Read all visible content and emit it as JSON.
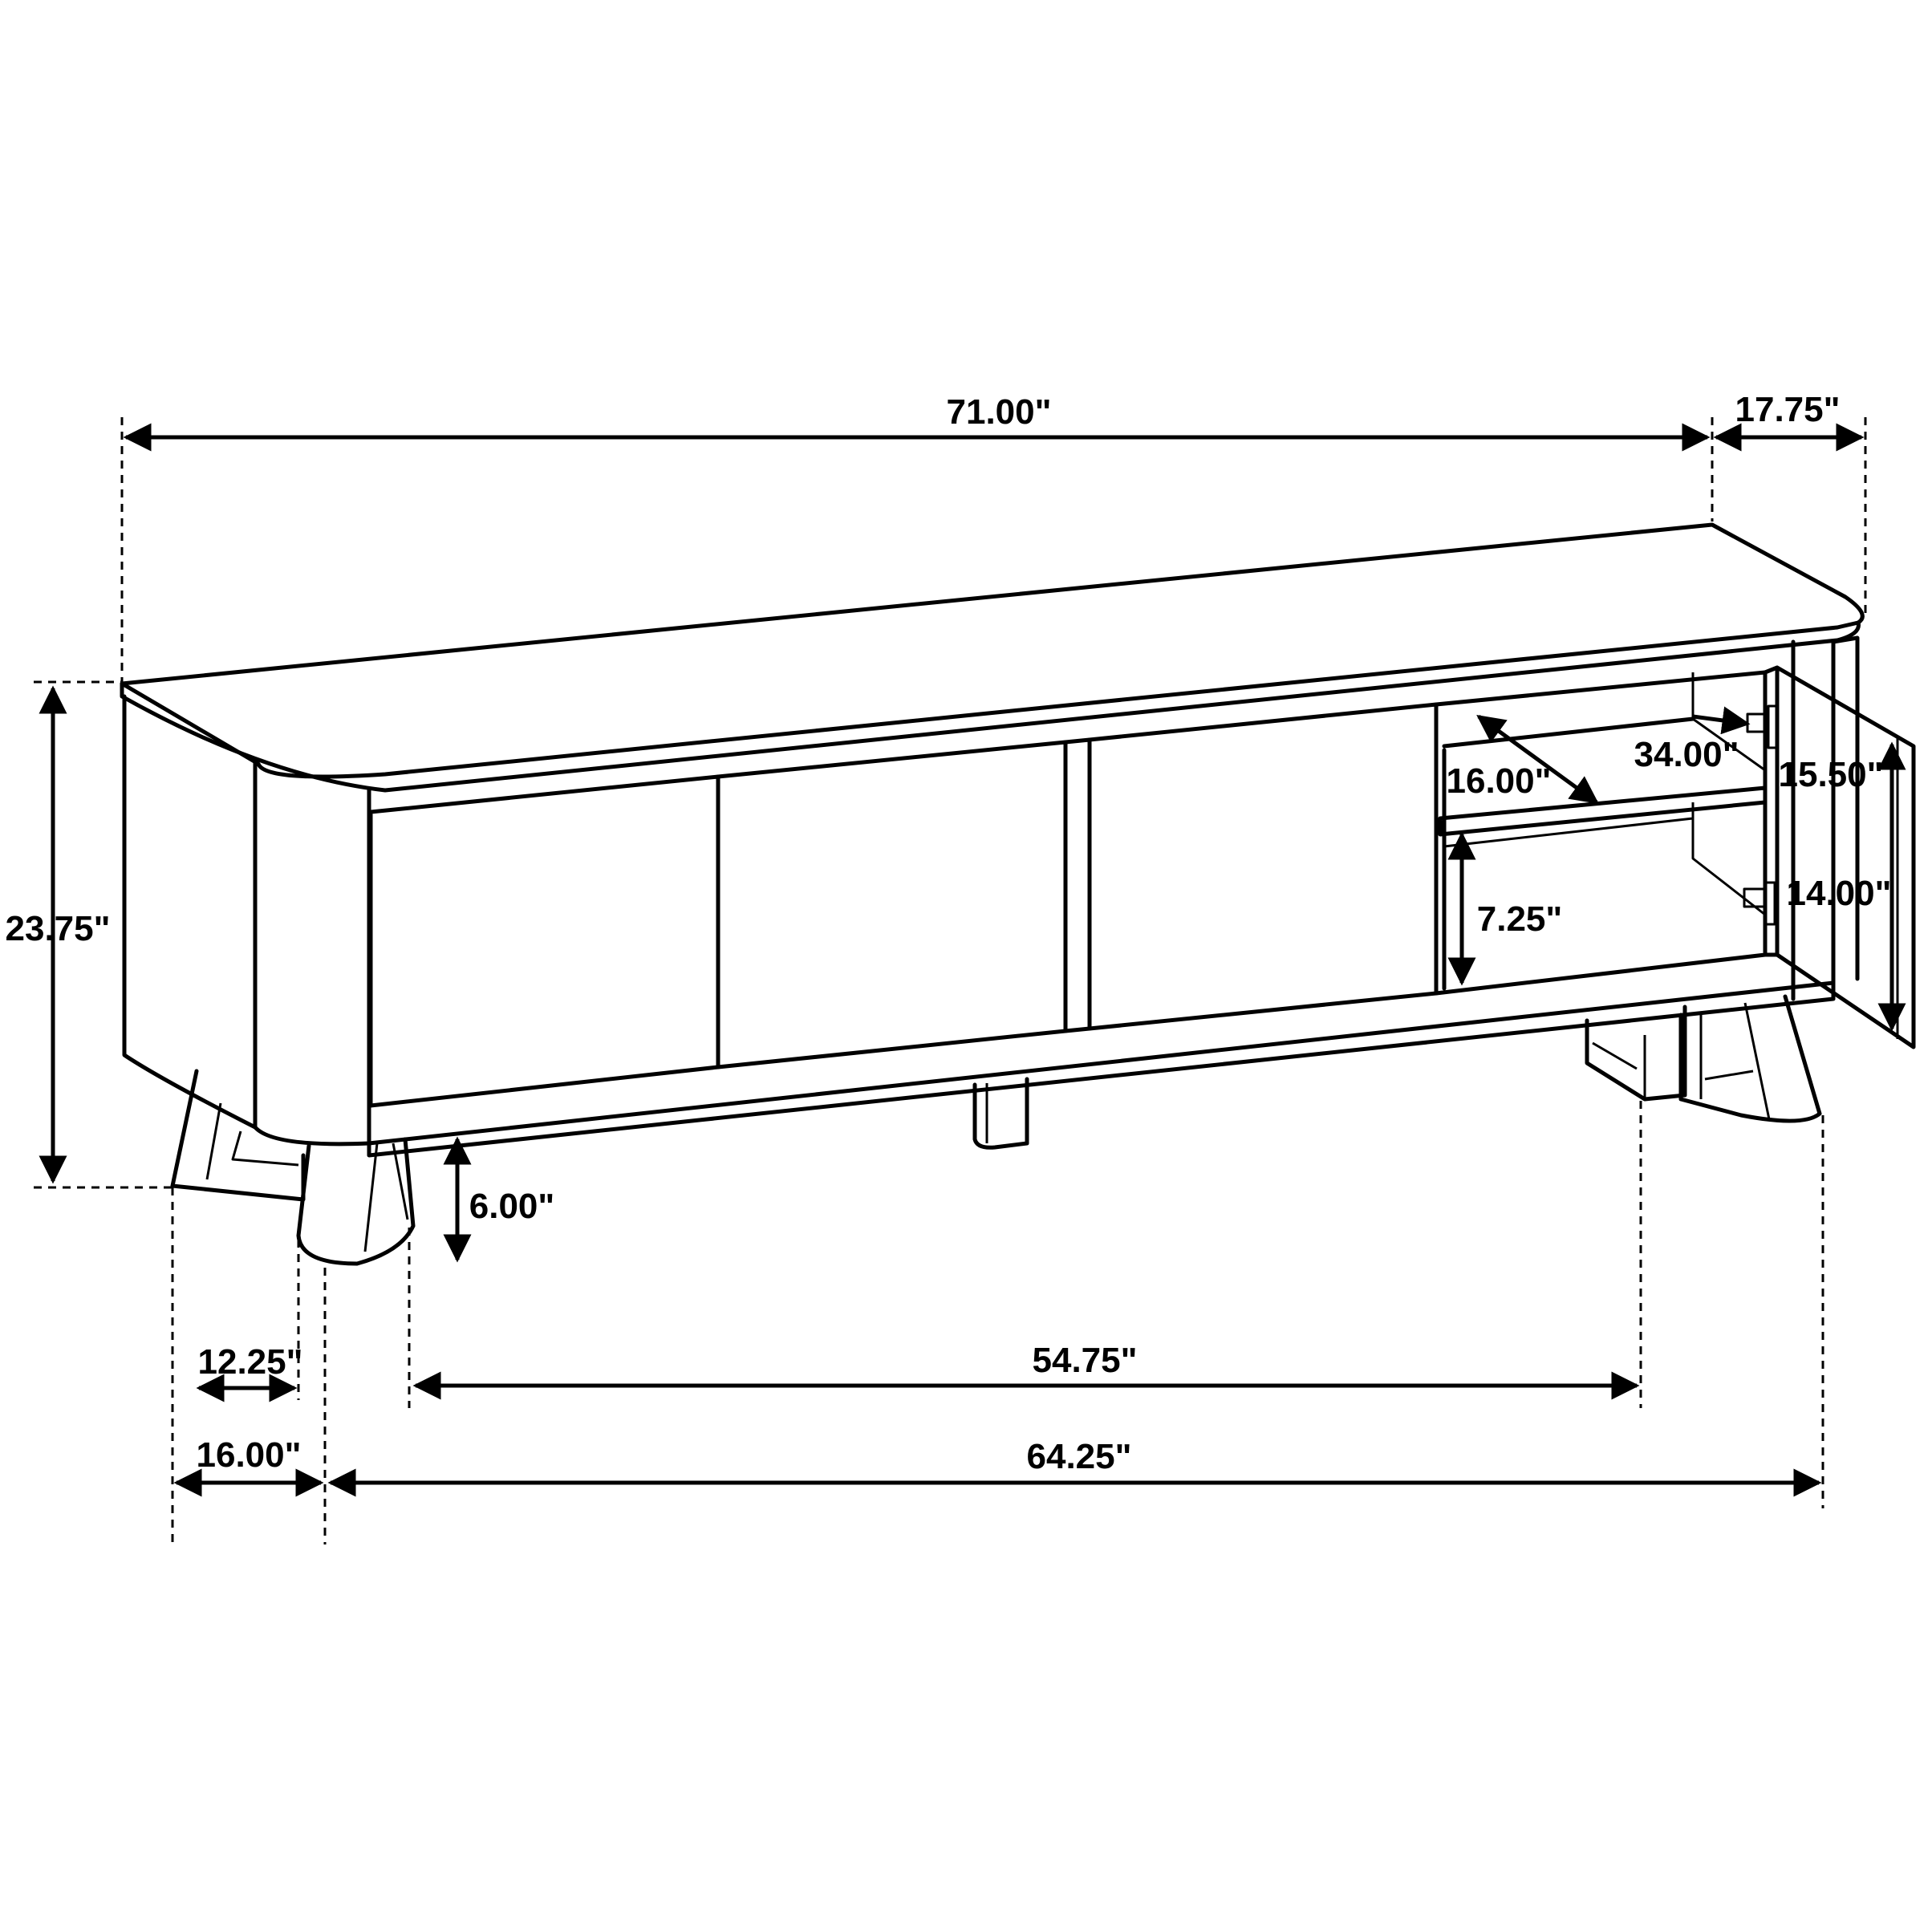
{
  "diagram": {
    "dimensions": {
      "overall_width": "71.00\"",
      "overall_depth": "17.75\"",
      "overall_height": "23.75\"",
      "shelf_width": "34.00\"",
      "shelf_depth": "16.00\"",
      "upper_opening_height": "15.50\"",
      "lower_opening_height": "7.25\"",
      "door_height": "14.00\"",
      "floor_clearance": "6.00\"",
      "leg_span_inner": "54.75\"",
      "leg_span_outer": "64.25\"",
      "leg_depth_inner": "12.25\"",
      "leg_depth_outer": "16.00\""
    }
  }
}
